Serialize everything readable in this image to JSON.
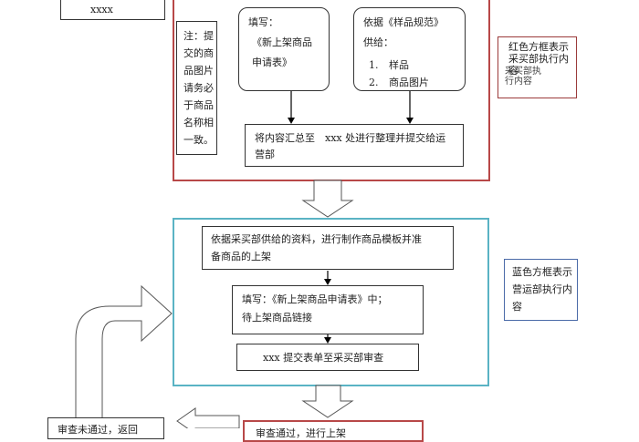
{
  "colors": {
    "red_frame": "#b84848",
    "teal_frame": "#5ab3c4",
    "note_red_border": "#9b3a3a",
    "note_blue_border": "#4a6aa8"
  },
  "top_left_box": {
    "text": "xxxx"
  },
  "buying_section": {
    "note": "注：提交的商品图片请务必于商品名称相一致。",
    "fill_box": {
      "line1": "填写：",
      "line2": "《新上架商品",
      "line3": "申请表》"
    },
    "supply_box": {
      "line1": "依据《样品规范》",
      "line2": "供给：",
      "items": [
        {
          "num": "1.",
          "label": "样品"
        },
        {
          "num": "2.",
          "label": "商品图片"
        }
      ]
    },
    "summary_box": {
      "line1": "将内容汇总至　xxx 处进行整理并提交给运",
      "line2": "营部"
    }
  },
  "red_note": {
    "text_a": "红色方框表示采买部执行内容",
    "text_b": "采买部执行内容"
  },
  "operations_section": {
    "step1": {
      "line1": "依据采买部供给的资料，进行制作商品模板并准",
      "line2": "备商品的上架"
    },
    "step2": {
      "line1": "填写：《新上架商品申请表》中；",
      "line2": "待上架商品链接"
    },
    "step3": {
      "text": "xxx 提交表单至采买部审查"
    }
  },
  "blue_note": {
    "text": "蓝色方框表示营运部执行内容"
  },
  "bottom_left_box": {
    "text": "审查未通过，返回"
  },
  "bottom_right_box": {
    "text": "审查通过，进行上架"
  }
}
